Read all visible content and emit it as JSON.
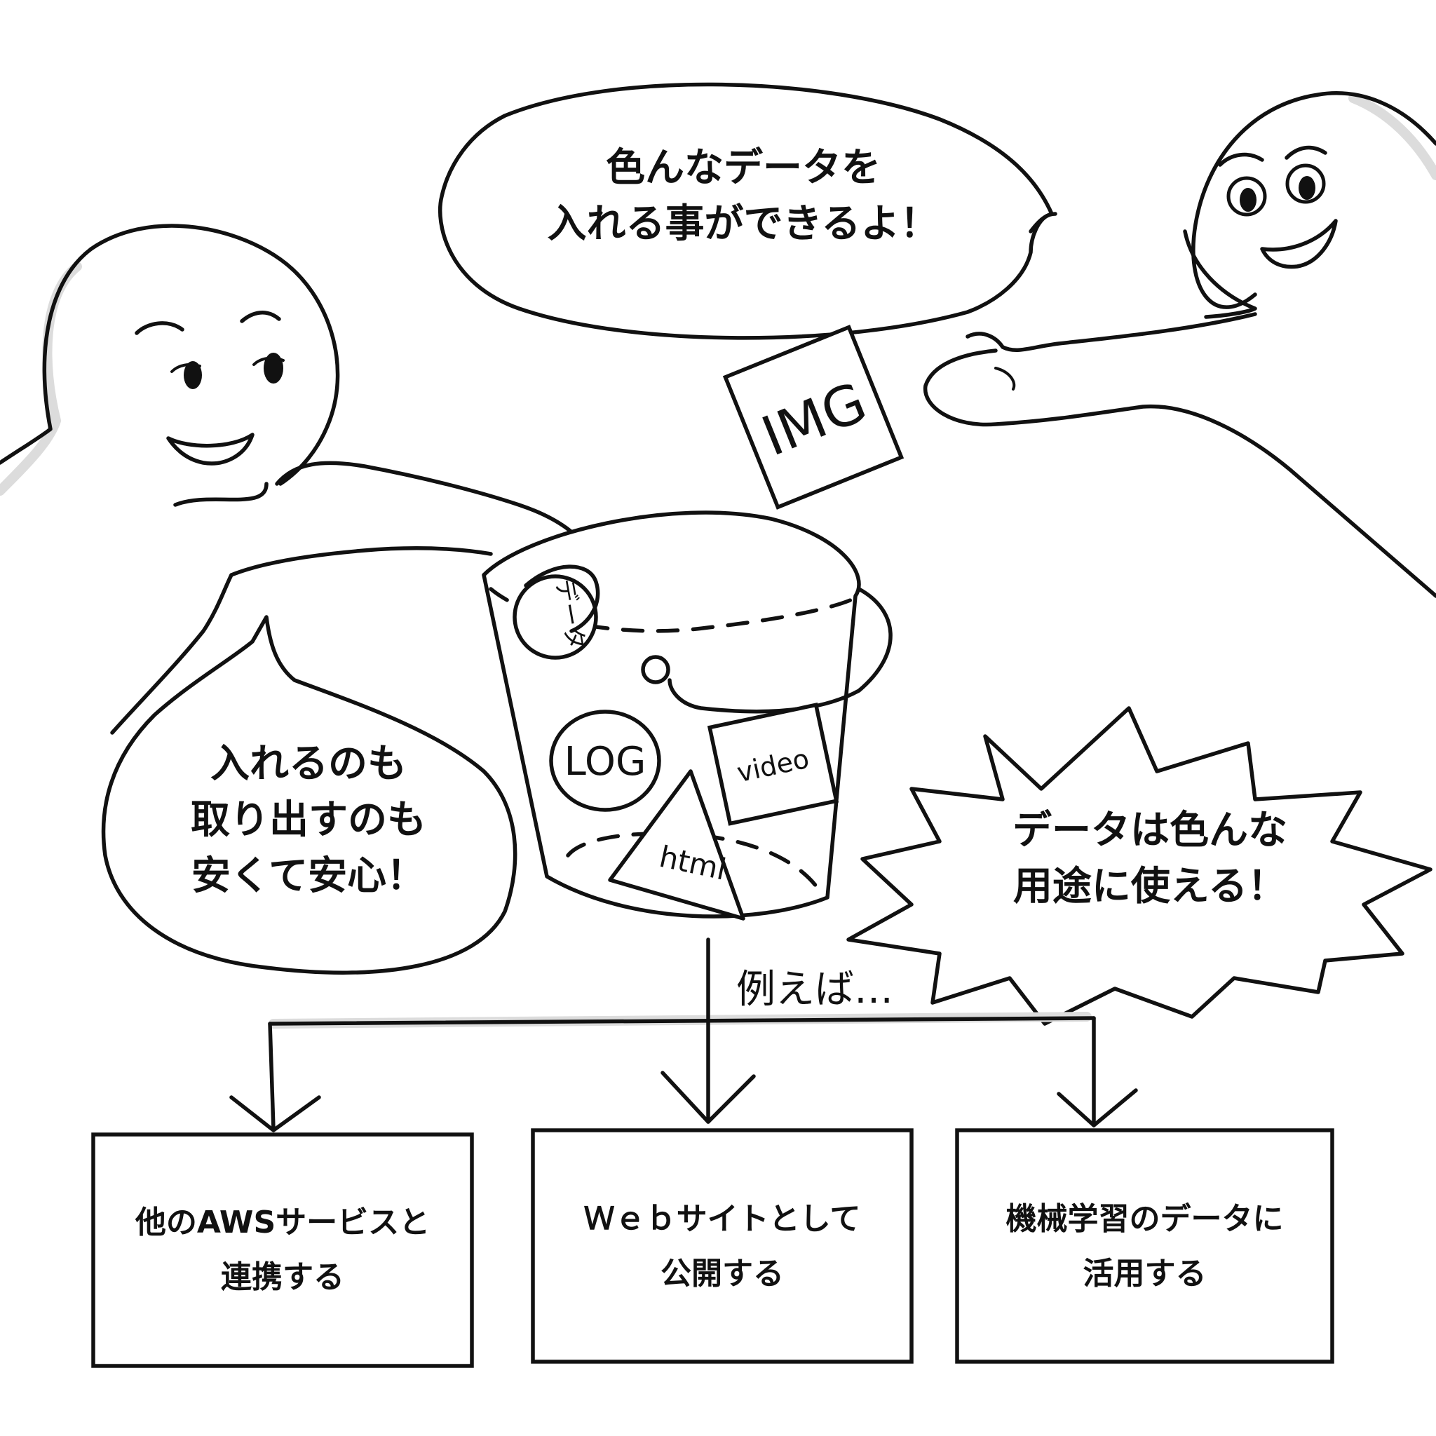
{
  "bubbles": {
    "top": {
      "line1": "色んなデータを",
      "line2": "入れる事ができるよ！"
    },
    "left": {
      "line1": "入れるのも",
      "line2": "取り出すのも",
      "line3": "安くて安心！"
    },
    "burst": {
      "line1": "データは色んな",
      "line2": "用途に使える！"
    }
  },
  "bucket_items": {
    "coin": "データ",
    "img": "IMG",
    "log": "LOG",
    "video": "video",
    "html": "html"
  },
  "branch_label": "例えば…",
  "boxes": [
    {
      "line1": "他のAWSサービスと",
      "line2": "連携する"
    },
    {
      "line1": "Ｗｅｂサイトとして",
      "line2": "公開する"
    },
    {
      "line1": "機械学習のデータに",
      "line2": "活用する"
    }
  ]
}
